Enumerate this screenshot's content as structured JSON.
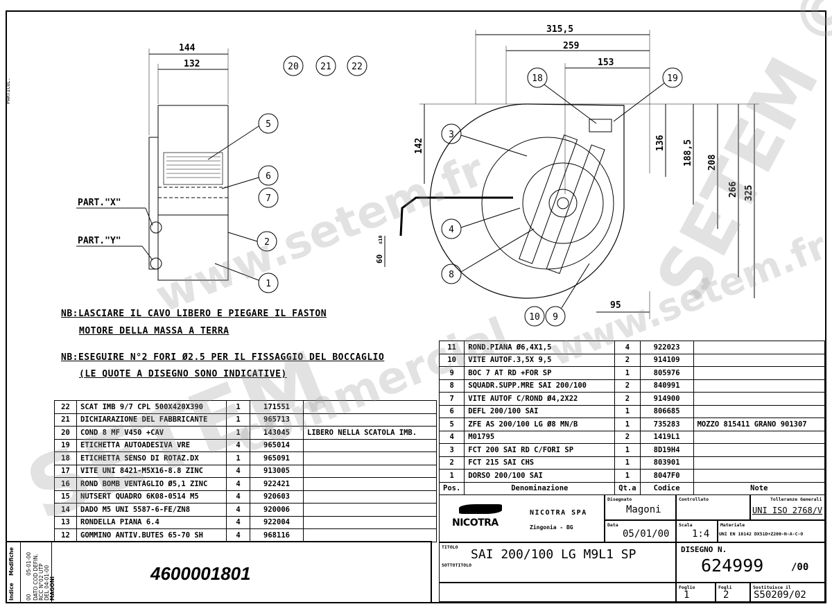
{
  "drawing": {
    "dimensions_side": [
      "144",
      "132"
    ],
    "dimensions_front": [
      "315,5",
      "259",
      "153",
      "142",
      "136",
      "188,5",
      "208",
      "266",
      "325",
      "95",
      "60"
    ],
    "dimension_tolerance": "±10",
    "part_labels": [
      "PART.\"X\"",
      "PART.\"Y\""
    ],
    "side_balloons": [
      "5",
      "6",
      "7",
      "2",
      "1"
    ],
    "top_balloons": [
      "20",
      "21",
      "22"
    ],
    "front_balloons": [
      "18",
      "19",
      "3",
      "4",
      "8",
      "10",
      "9"
    ],
    "side_label": "PARTICOL."
  },
  "notes": [
    "NB:LASCIARE IL CAVO LIBERO E PIEGARE IL FASTON",
    "MOTORE DELLA MASSA A TERRA",
    "NB:ESEGUIRE N°2 FORI Ø2.5 PER IL FISSAGGIO DEL BOCCAGLIO",
    "(LE QUOTE A DISEGNO SONO INDICATIVE)"
  ],
  "parts_right": [
    [
      "11",
      "ROND.PIANA Ø6,4X1,5",
      "4",
      "922023",
      ""
    ],
    [
      "10",
      "VITE AUTOF.3,5X 9,5",
      "2",
      "914109",
      ""
    ],
    [
      "9",
      "BOC 7 AT RD +FOR SP",
      "1",
      "805976",
      ""
    ],
    [
      "8",
      "SQUADR.SUPP.MRE SAI 200/100",
      "2",
      "840991",
      ""
    ],
    [
      "7",
      "VITE AUTOF C/ROND Ø4,2X22",
      "2",
      "914900",
      ""
    ],
    [
      "6",
      "DEFL 200/100 SAI",
      "1",
      "806685",
      ""
    ],
    [
      "5",
      "ZFE AS 200/100 LG Ø8 MN/B",
      "1",
      "735283",
      "MOZZO 815411 GRANO 901307"
    ],
    [
      "4",
      "M01795",
      "2",
      "1419L1",
      ""
    ],
    [
      "3",
      "FCT 200 SAI RD C/FORI SP",
      "1",
      "8D19H4",
      ""
    ],
    [
      "2",
      "FCT 215 SAI CHS",
      "1",
      "803901",
      ""
    ],
    [
      "1",
      "DORSO 200/100 SAI",
      "1",
      "8047F0",
      ""
    ]
  ],
  "parts_header": [
    "Pos.",
    "Denominazione",
    "Qt.a",
    "Codice",
    "Note"
  ],
  "parts_left": [
    [
      "22",
      "SCAT IMB 9/7 CPL 500X420X390",
      "1",
      "171551",
      ""
    ],
    [
      "21",
      "DICHIARAZIONE DEL FABBRICANTE",
      "1",
      "965713",
      ""
    ],
    [
      "20",
      "COND 8 MF V450 +CAV",
      "1",
      "143045",
      "LIBERO NELLA SCATOLA IMB."
    ],
    [
      "19",
      "ETICHETTA AUTOADESIVA VRE",
      "4",
      "965014",
      ""
    ],
    [
      "18",
      "ETICHETTA SENSO DI ROTAZ.DX",
      "1",
      "965091",
      ""
    ],
    [
      "17",
      "VITE UNI 8421-M5X16-8.8 ZINC",
      "4",
      "913005",
      ""
    ],
    [
      "16",
      "ROND BOMB VENTAGLIO Ø5,1 ZINC",
      "4",
      "922421",
      ""
    ],
    [
      "15",
      "NUTSERT QUADRO 6K08-0514 M5",
      "4",
      "920603",
      ""
    ],
    [
      "14",
      "DADO M5 UNI 5587-6-FE/ZN8",
      "4",
      "920006",
      ""
    ],
    [
      "13",
      "RONDELLA PIANA 6.4",
      "4",
      "922004",
      ""
    ],
    [
      "12",
      "GOMMINO ANTIV.BUTES 65-70 SH",
      "4",
      "968116",
      ""
    ]
  ],
  "title_block": {
    "logo": "NICOTRA",
    "company": "NICOTRA SPA",
    "location": "Zingonia - BG",
    "designed_label": "Disegnato",
    "designed": "Magoni",
    "checked_label": "Controllato",
    "checked": "",
    "tolerance_label": "Tolleranze Generali",
    "tolerance": "UNI ISO 2768/V",
    "date_label": "Data",
    "date": "05/01/00",
    "scale_label": "Scala",
    "scale": "1:4",
    "material_label": "Materiale",
    "material": "UNI EN 10142 DX51D+Z200-N-A-C-O",
    "title_label": "TITOLO",
    "title": "SAI 200/100 LG M9L1 SP",
    "subtitle_label": "SOTTOTITOLO",
    "drawing_no_label": "DISEGNO N.",
    "drawing_no": "624999",
    "revision": "/00",
    "sheet_label": "Foglio",
    "sheet": "1",
    "sheets_label": "Fogli",
    "sheets": "2",
    "replaces_label": "Sostituisce il",
    "replaces": "S50209/02"
  },
  "revision_block": {
    "index_label": "Indice",
    "changes_label": "Modifiche",
    "index": "00",
    "date": "05-01-00",
    "description": [
      "DATO COD DEFIN.",
      "RCC N°02 UTP",
      "DEL 04-01-00",
      "MAGONI"
    ]
  },
  "article_number": "4600001801",
  "watermarks": [
    "www.setem.fr",
    "SETEM ©",
    "SETEM",
    "commercial",
    "www.setem.fr"
  ]
}
